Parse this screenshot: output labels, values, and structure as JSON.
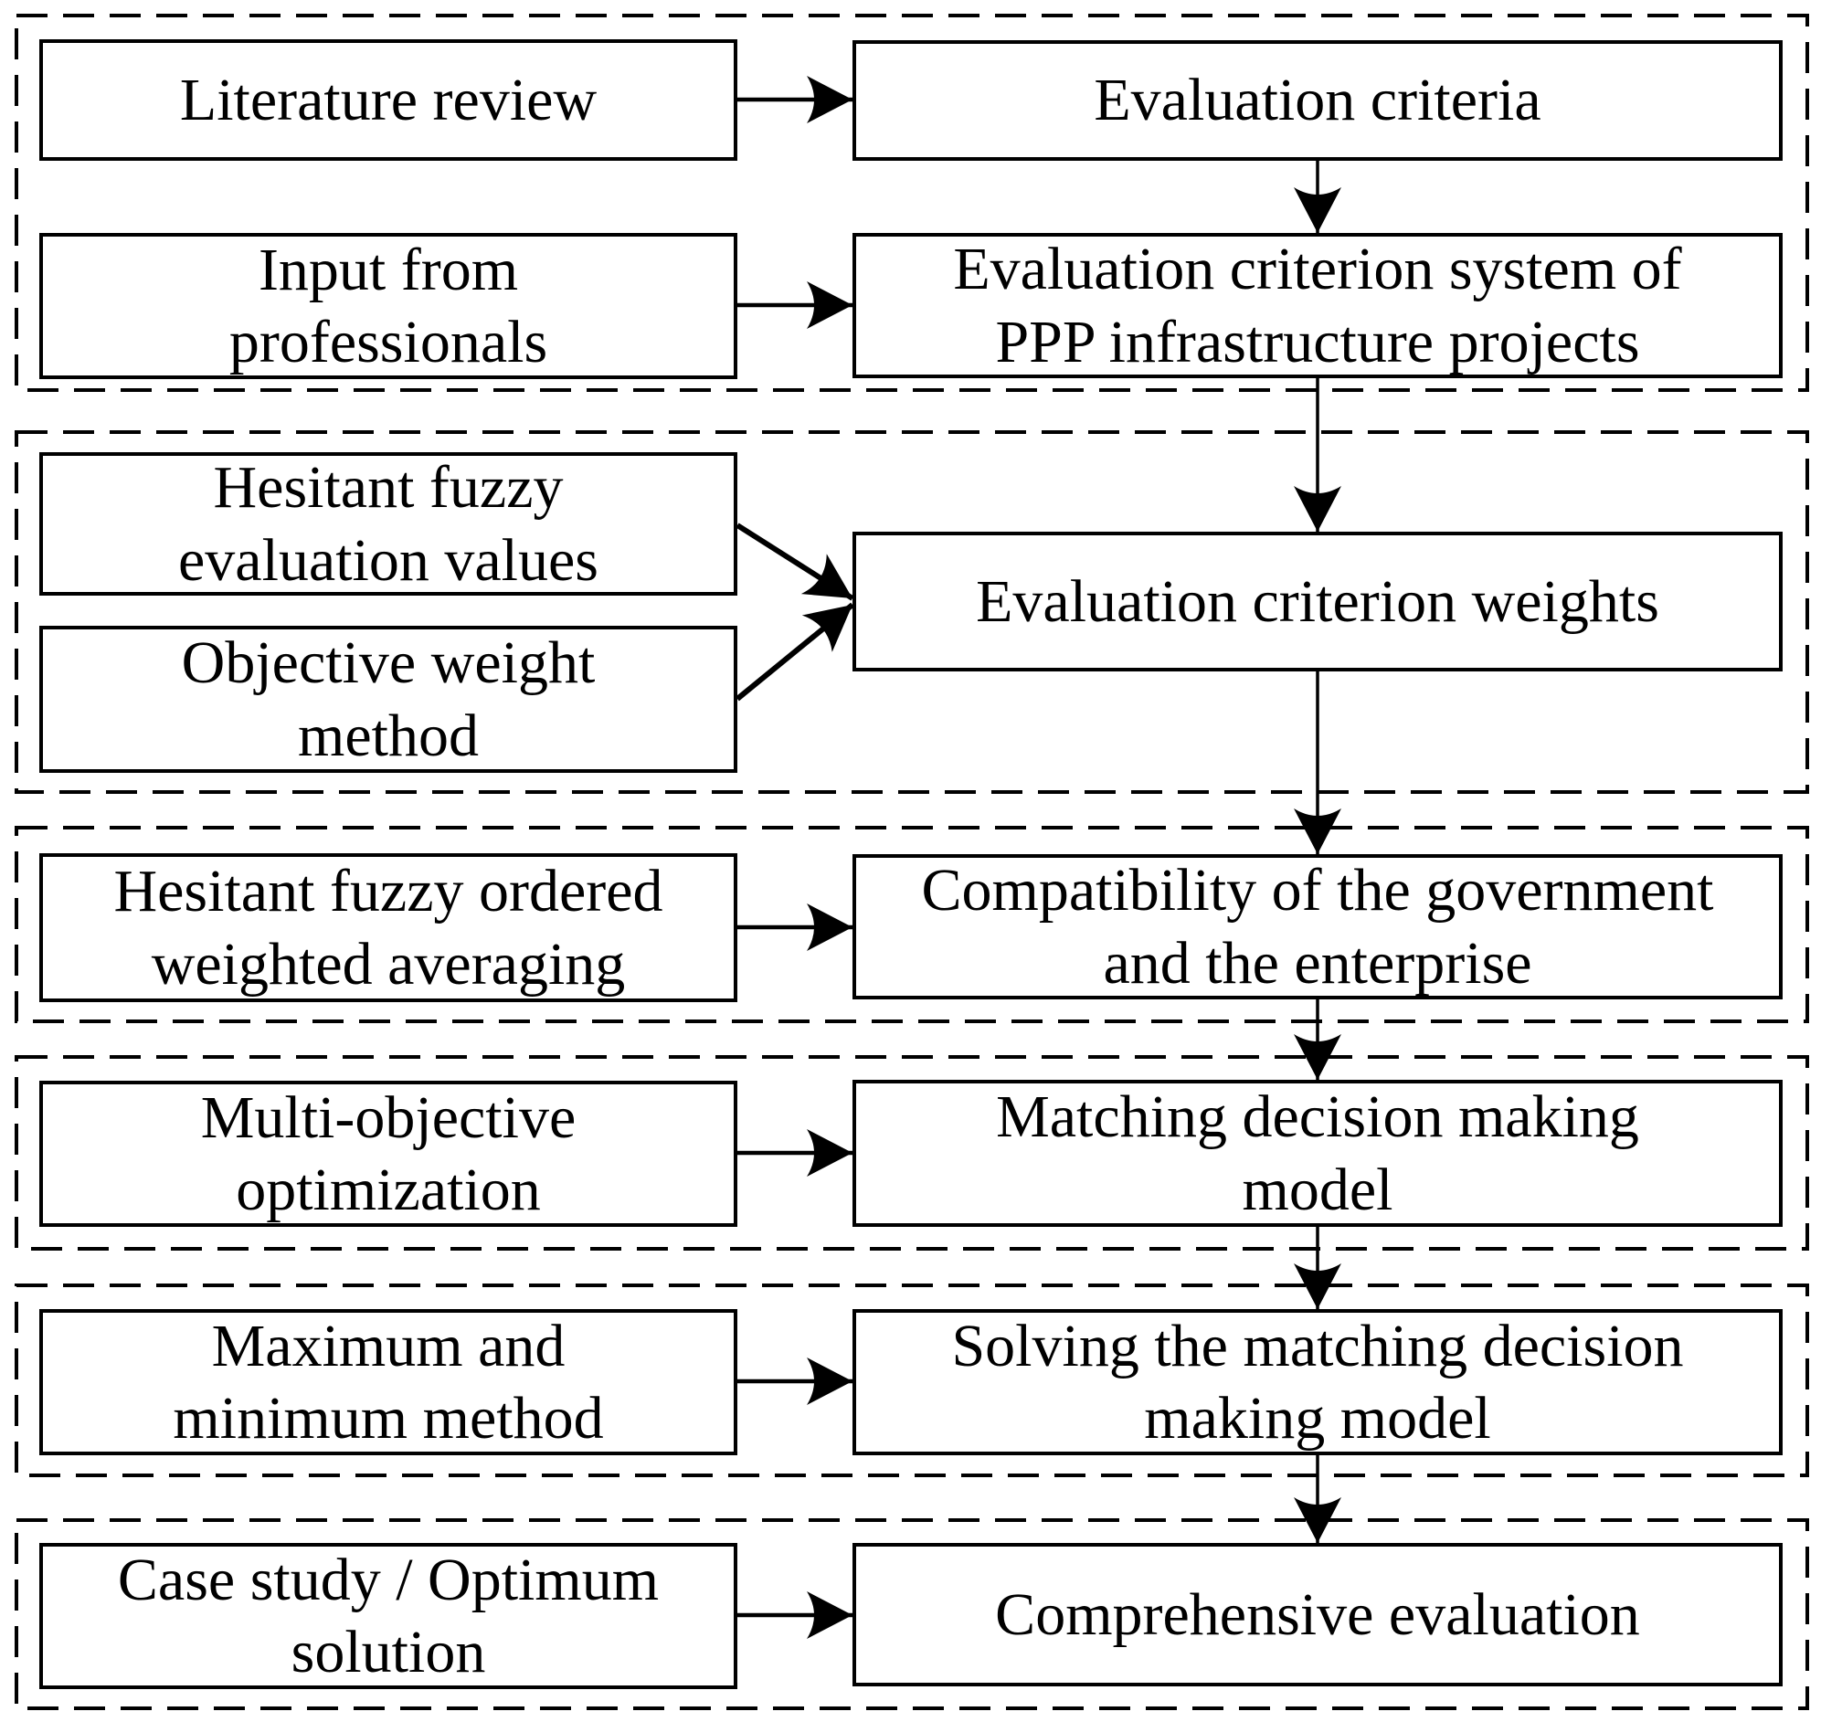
{
  "diagram": {
    "type": "flowchart",
    "colors": {
      "background": "#ffffff",
      "box_fill": "#ffffff",
      "line": "#000000",
      "text": "#000000"
    },
    "boxes": {
      "literature_review": {
        "label": "Literature review"
      },
      "input_from_professionals": {
        "label": "Input from\nprofessionals"
      },
      "evaluation_criteria": {
        "label": "Evaluation criteria"
      },
      "evaluation_criterion_system": {
        "label": "Evaluation criterion system of\nPPP infrastructure projects"
      },
      "hesitant_fuzzy_evaluation_values": {
        "label": "Hesitant fuzzy\nevaluation values"
      },
      "objective_weight_method": {
        "label": "Objective weight\nmethod"
      },
      "evaluation_criterion_weights": {
        "label": "Evaluation criterion weights"
      },
      "hesitant_fuzzy_ordered_weighted_averaging": {
        "label": "Hesitant fuzzy ordered\nweighted averaging"
      },
      "compatibility_government_enterprise": {
        "label": "Compatibility of the government\nand the enterprise"
      },
      "multi_objective_optimization": {
        "label": "Multi-objective\noptimization"
      },
      "matching_decision_making_model": {
        "label": "Matching decision making\nmodel"
      },
      "maximum_and_minimum_method": {
        "label": "Maximum and\nminimum method"
      },
      "solving_matching_decision_making_model": {
        "label": "Solving the matching decision\nmaking model"
      },
      "case_study_optimum_solution": {
        "label": "Case study / Optimum\nsolution"
      },
      "comprehensive_evaluation": {
        "label": "Comprehensive evaluation"
      }
    },
    "connections": [
      {
        "from": "literature_review",
        "to": "evaluation_criteria"
      },
      {
        "from": "input_from_professionals",
        "to": "evaluation_criterion_system"
      },
      {
        "from": "evaluation_criteria",
        "to": "evaluation_criterion_system"
      },
      {
        "from": "evaluation_criterion_system",
        "to": "evaluation_criterion_weights"
      },
      {
        "from": "hesitant_fuzzy_evaluation_values",
        "to": "evaluation_criterion_weights"
      },
      {
        "from": "objective_weight_method",
        "to": "evaluation_criterion_weights"
      },
      {
        "from": "evaluation_criterion_weights",
        "to": "compatibility_government_enterprise"
      },
      {
        "from": "hesitant_fuzzy_ordered_weighted_averaging",
        "to": "compatibility_government_enterprise"
      },
      {
        "from": "compatibility_government_enterprise",
        "to": "matching_decision_making_model"
      },
      {
        "from": "multi_objective_optimization",
        "to": "matching_decision_making_model"
      },
      {
        "from": "matching_decision_making_model",
        "to": "solving_matching_decision_making_model"
      },
      {
        "from": "maximum_and_minimum_method",
        "to": "solving_matching_decision_making_model"
      },
      {
        "from": "solving_matching_decision_making_model",
        "to": "comprehensive_evaluation"
      },
      {
        "from": "case_study_optimum_solution",
        "to": "comprehensive_evaluation"
      }
    ]
  }
}
